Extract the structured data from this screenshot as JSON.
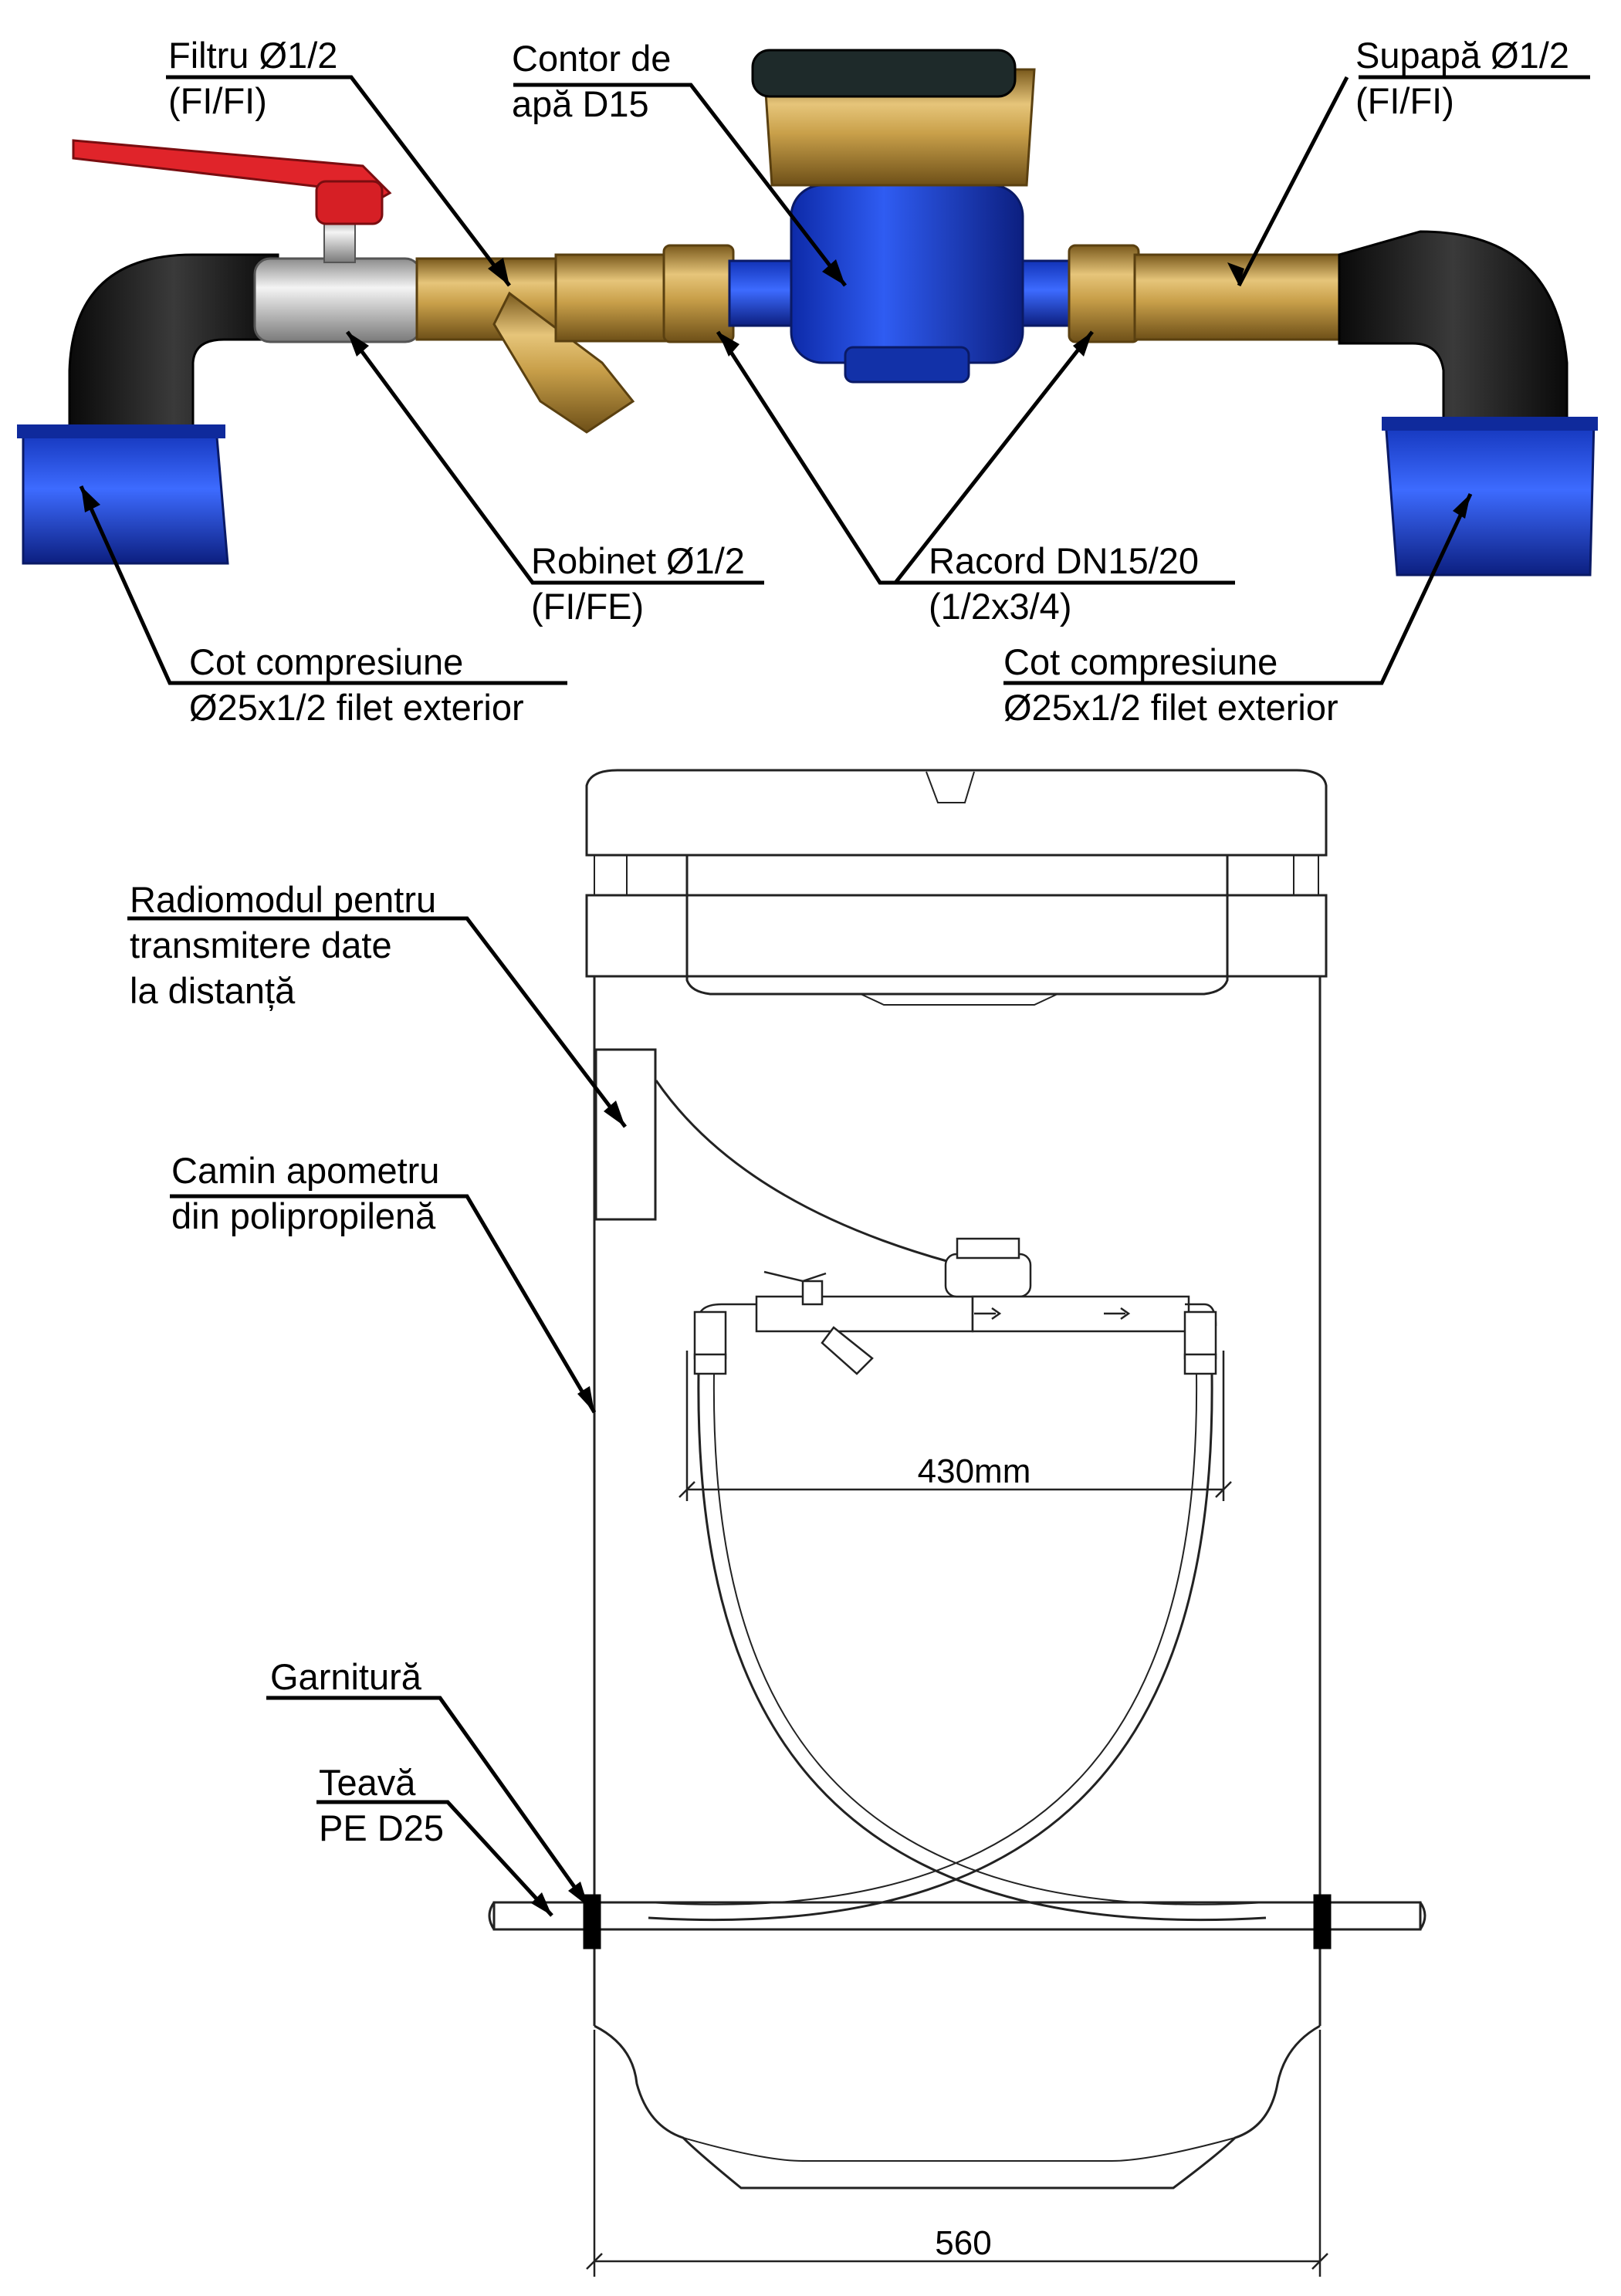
{
  "labels": {
    "filter": {
      "line1": "Filtru Ø1/2",
      "line2": "(FI/FI)"
    },
    "meter": {
      "line1": "Contor de",
      "line2": "apă D15"
    },
    "valve": {
      "line1": "Supapă Ø1/2",
      "line2": "(FI/FI)"
    },
    "tap": {
      "line1": "Robinet Ø1/2",
      "line2": "(FI/FE)"
    },
    "union": {
      "line1": "Racord DN15/20",
      "line2": "(1/2x3/4)"
    },
    "elbow_left": {
      "line1": "Cot compresiune",
      "line2": "Ø25x1/2 filet exterior"
    },
    "elbow_right": {
      "line1": "Cot compresiune",
      "line2": "Ø25x1/2 filet exterior"
    },
    "radio": {
      "line1": "Radiomodul pentru",
      "line2": "transmitere date",
      "line3": "la distanță"
    },
    "chamber": {
      "line1": "Camin apometru",
      "line2": "din polipropilenă"
    },
    "gasket": {
      "line1": "Garnitură"
    },
    "pipe": {
      "line1": "Teavă",
      "line2": "PE D25"
    }
  },
  "dimensions": {
    "inner_span": "430mm",
    "chamber_width": "560"
  },
  "colors": {
    "brass": "#c9a04a",
    "blue_cap": "#1f45d6",
    "black_elbow": "#1c1c1c",
    "red_handle": "#e0242a",
    "chrome": "#cfcfcf",
    "line": "#000000"
  }
}
